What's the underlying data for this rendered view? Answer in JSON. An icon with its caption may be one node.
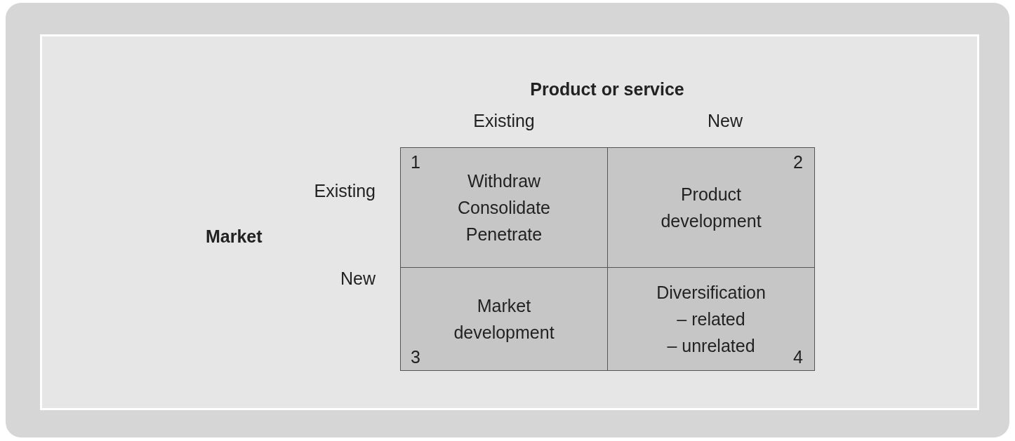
{
  "diagram": {
    "nodes": [
      {
        "text": [
          "1",
          "Withdraw",
          "Consolidate",
          "Penetrate"
        ]
      },
      {
        "text": [
          "Product development",
          "2"
        ]
      },
      {
        "text": [
          "Market development",
          "3"
        ]
      },
      {
        "text": [
          "Diversification",
          "– related",
          "– unrelated",
          "4"
        ]
      }
    ],
    "labels": [
      "Product or service",
      "Existing",
      "New",
      "Existing",
      "Market",
      "New"
    ]
  }
}
